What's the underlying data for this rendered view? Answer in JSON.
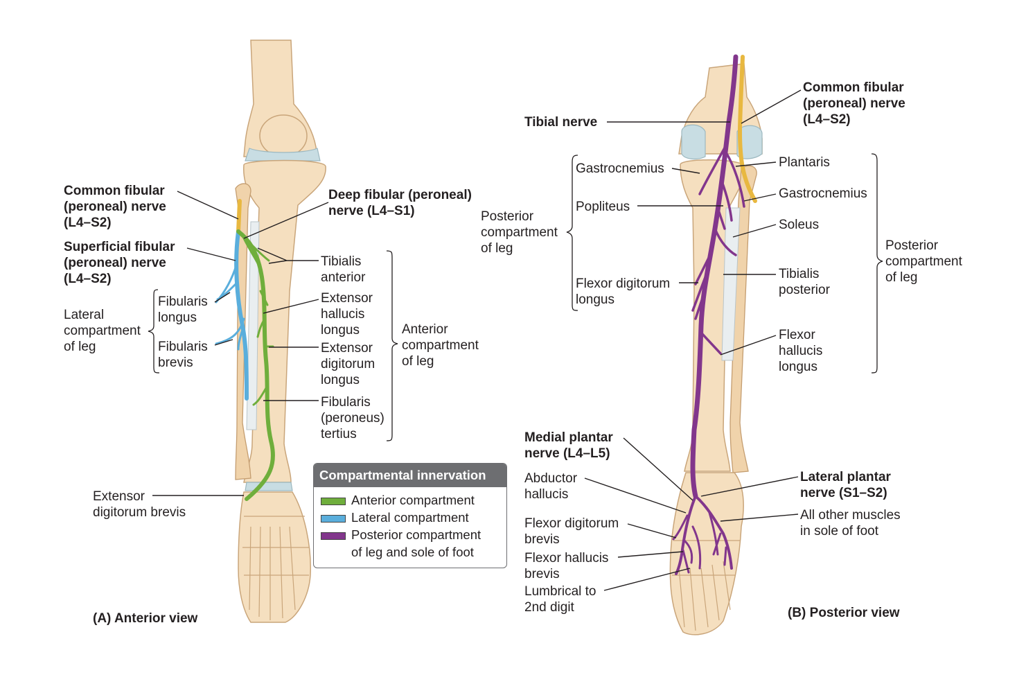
{
  "anterior": {
    "caption": "(A) Anterior view",
    "common_fibular": [
      "Common fibular",
      "(peroneal) nerve",
      "(L4–S2)"
    ],
    "superficial_fibular": [
      "Superficial fibular",
      "(peroneal) nerve",
      "(L4–S2)"
    ],
    "deep_fibular": [
      "Deep fibular (peroneal)",
      "nerve (L4–S1)"
    ],
    "lateral_compartment": [
      "Lateral",
      "compartment",
      "of leg"
    ],
    "fibularis_longus": [
      "Fibularis",
      "longus"
    ],
    "fibularis_brevis": [
      "Fibularis",
      "brevis"
    ],
    "tibialis_anterior": [
      "Tibialis",
      "anterior"
    ],
    "extensor_hallucis_longus": [
      "Extensor",
      "hallucis",
      "longus"
    ],
    "extensor_digitorum_longus": [
      "Extensor",
      "digitorum",
      "longus"
    ],
    "fibularis_tertius": [
      "Fibularis",
      "(peroneus)",
      "tertius"
    ],
    "anterior_compartment": [
      "Anterior",
      "compartment",
      "of leg"
    ],
    "extensor_digitorum_brevis": [
      "Extensor",
      "digitorum brevis"
    ]
  },
  "posterior": {
    "caption": "(B) Posterior view",
    "tibial_nerve": "Tibial nerve",
    "common_fibular": [
      "Common fibular",
      "(peroneal) nerve",
      "(L4–S2)"
    ],
    "gastrocnemius_left": "Gastrocnemius",
    "popliteus": "Popliteus",
    "flexor_digitorum_longus": [
      "Flexor digitorum",
      "longus"
    ],
    "posterior_compartment_left": [
      "Posterior",
      "compartment",
      "of leg"
    ],
    "plantaris": "Plantaris",
    "gastrocnemius_right": "Gastrocnemius",
    "soleus": "Soleus",
    "tibialis_posterior": [
      "Tibialis",
      "posterior"
    ],
    "flexor_hallucis_longus": [
      "Flexor",
      "hallucis",
      "longus"
    ],
    "posterior_compartment_right": [
      "Posterior",
      "compartment",
      "of leg"
    ],
    "medial_plantar": [
      "Medial plantar",
      "nerve (L4–L5)"
    ],
    "abductor_hallucis": [
      "Abductor",
      "hallucis"
    ],
    "flexor_digitorum_brevis": [
      "Flexor digitorum",
      "brevis"
    ],
    "flexor_hallucis_brevis": [
      "Flexor hallucis",
      "brevis"
    ],
    "lumbrical": [
      "Lumbrical to",
      "2nd digit"
    ],
    "lateral_plantar": [
      "Lateral plantar",
      "nerve (S1–S2)"
    ],
    "other_muscles": [
      "All other muscles",
      "in sole of foot"
    ]
  },
  "legend": {
    "title": "Compartmental innervation",
    "items": [
      {
        "label": "Anterior compartment",
        "color": "#6fae3c"
      },
      {
        "label": "Lateral compartment",
        "color": "#5aaedc"
      },
      {
        "label": "Posterior compartment",
        "label2": "of leg and sole of foot",
        "color": "#82368c"
      }
    ]
  },
  "colors": {
    "anterior_nerve": "#6fae3c",
    "lateral_nerve": "#5aaedc",
    "posterior_nerve": "#82368c",
    "common_fibular_nerve": "#e8b840"
  }
}
